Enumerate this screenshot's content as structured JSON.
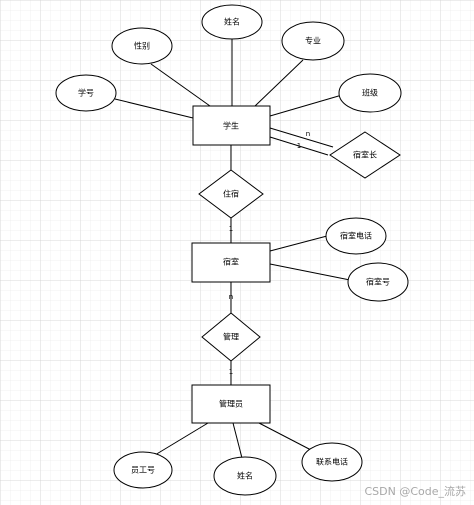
{
  "colors": {
    "background": "#ffffff",
    "grid": "#d8d8d8",
    "stroke": "#000000",
    "text": "#000000",
    "watermark": "#a8a8a8"
  },
  "entities": {
    "student": "学生",
    "dorm": "宿室",
    "manager": "管理员"
  },
  "attributes": {
    "name_top": "姓名",
    "gender": "性别",
    "major": "专业",
    "student_no": "学号",
    "class": "班级",
    "dorm_phone": "宿室电话",
    "dorm_no": "宿室号",
    "staff_no": "员工号",
    "name_bottom": "姓名",
    "contact_phone": "联系电话"
  },
  "relationships": {
    "live": "住宿",
    "dorm_head": "宿室长",
    "manage": "管理"
  },
  "cardinalities": {
    "head_student_n": "n",
    "head_rel_1": "1",
    "live_top_1": "1",
    "live_bottom_n": "n",
    "manage_bottom_1": "1"
  },
  "watermark": "CSDN @Code_流苏"
}
